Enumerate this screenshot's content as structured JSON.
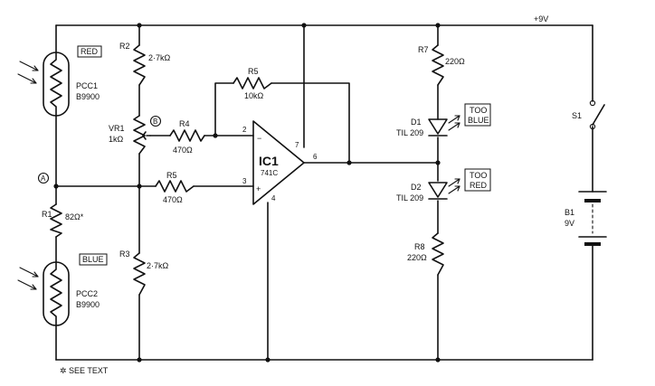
{
  "supply": {
    "voltage": "+9V"
  },
  "components": {
    "pcc1": {
      "ref": "PCC1",
      "part": "B9900",
      "tag": "RED"
    },
    "pcc2": {
      "ref": "PCC2",
      "part": "B9900",
      "tag": "BLUE"
    },
    "r1": {
      "ref": "R1",
      "value": "82Ω*"
    },
    "r2": {
      "ref": "R2",
      "value": "2·7kΩ"
    },
    "r3": {
      "ref": "R3",
      "value": "2·7kΩ"
    },
    "r4": {
      "ref": "R4",
      "value": "470Ω"
    },
    "r5_feedback": {
      "ref": "R5",
      "value": "10kΩ"
    },
    "r5_input": {
      "ref": "R5",
      "value": "470Ω"
    },
    "r7": {
      "ref": "R7",
      "value": "220Ω"
    },
    "r8": {
      "ref": "R8",
      "value": "220Ω"
    },
    "vr1": {
      "ref": "VR1",
      "value": "1kΩ"
    },
    "ic1": {
      "ref": "IC1",
      "part": "741C",
      "pin2": "2",
      "pin3": "3",
      "pin4": "4",
      "pin6": "6",
      "pin7": "7"
    },
    "d1": {
      "ref": "D1",
      "part": "TIL 209",
      "tag_line1": "TOO",
      "tag_line2": "BLUE"
    },
    "d2": {
      "ref": "D2",
      "part": "TIL 209",
      "tag_line1": "TOO",
      "tag_line2": "RED"
    },
    "s1": {
      "ref": "S1"
    },
    "b1": {
      "ref": "B1",
      "value": "9V"
    }
  },
  "nodes": {
    "a": "A",
    "b": "B"
  },
  "footnote": "✲ SEE TEXT"
}
